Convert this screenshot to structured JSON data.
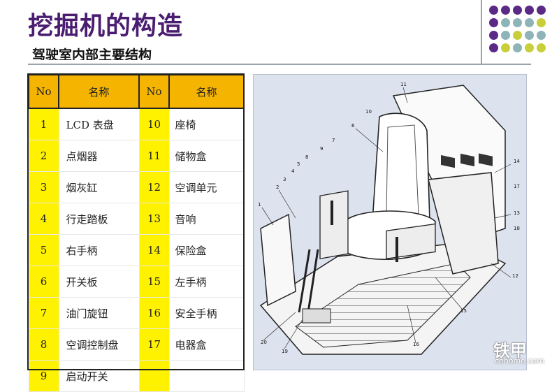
{
  "title": "挖掘机的构造",
  "subtitle": "驾驶室内部主要结构",
  "table": {
    "headers": [
      "No",
      "名称",
      "No",
      "名称"
    ],
    "rows": [
      {
        "no1": "1",
        "name1": "LCD 表盘",
        "no2": "10",
        "name2": "座椅"
      },
      {
        "no1": "2",
        "name1": "点烟器",
        "no2": "11",
        "name2": "储物盒"
      },
      {
        "no1": "3",
        "name1": "烟灰缸",
        "no2": "12",
        "name2": "空调单元"
      },
      {
        "no1": "4",
        "name1": "行走踏板",
        "no2": "13",
        "name2": "音响"
      },
      {
        "no1": "5",
        "name1": "右手柄",
        "no2": "14",
        "name2": "保险盒"
      },
      {
        "no1": "6",
        "name1": "开关板",
        "no2": "15",
        "name2": "左手柄"
      },
      {
        "no1": "7",
        "name1": "油门旋钮",
        "no2": "16",
        "name2": "安全手柄"
      },
      {
        "no1": "8",
        "name1": "空调控制盘",
        "no2": "17",
        "name2": "电器盒"
      },
      {
        "no1": "9",
        "name1": "启动开关",
        "no2": "",
        "name2": ""
      }
    ]
  },
  "figure_callouts": [
    "1",
    "2",
    "3",
    "4",
    "5",
    "6",
    "7",
    "8",
    "9",
    "10",
    "11",
    "12",
    "13",
    "14",
    "15",
    "16",
    "17",
    "18",
    "19",
    "20"
  ],
  "watermark": {
    "brand": "铁甲",
    "site": "cehome.com"
  },
  "colors": {
    "title": "#4a1d70",
    "header_fill": "#f5b400",
    "number_fill": "#fff200",
    "dot_purple": "#5b2a86",
    "dot_teal": "#8fb4b8",
    "dot_lime": "#c8cf3a"
  }
}
